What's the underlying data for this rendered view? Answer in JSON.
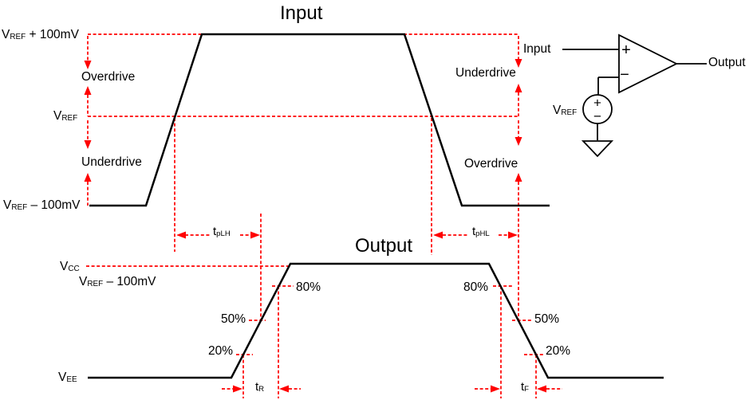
{
  "diagram": {
    "input": {
      "title": "Input",
      "level_high": {
        "pre": "V",
        "sub": "REF",
        "post": " + 100mV"
      },
      "level_ref": {
        "pre": "V",
        "sub": "REF",
        "post": ""
      },
      "level_low": {
        "pre": "V",
        "sub": "REF",
        "post": " – 100mV"
      },
      "region_overdrive": "Overdrive",
      "region_underdrive": "Underdrive"
    },
    "output": {
      "title": "Output",
      "level_vcc": {
        "pre": "V",
        "sub": "CC",
        "post": ""
      },
      "level_vref_minus": {
        "pre": "V",
        "sub": "REF",
        "post": " – 100mV"
      },
      "level_vee": {
        "pre": "V",
        "sub": "EE",
        "post": ""
      },
      "threshold_80": "80%",
      "threshold_50": "50%",
      "threshold_20": "20%"
    },
    "timing": {
      "t_plh": {
        "pre": "t",
        "sub": "pLH"
      },
      "t_phl": {
        "pre": "t",
        "sub": "pHL"
      },
      "t_rise": {
        "pre": "t",
        "sub": "R"
      },
      "t_fall": {
        "pre": "t",
        "sub": "F"
      }
    },
    "circuit": {
      "input_label": "Input",
      "output_label": "Output",
      "vref_label": {
        "pre": "V",
        "sub": "REF",
        "post": ""
      },
      "comparator_plus": "+",
      "comparator_minus": "−",
      "source_plus": "+",
      "source_minus": "−"
    },
    "colors": {
      "waveform": "#000000",
      "annotation": "#ff0000",
      "background": "#ffffff",
      "text": "#000000"
    }
  }
}
